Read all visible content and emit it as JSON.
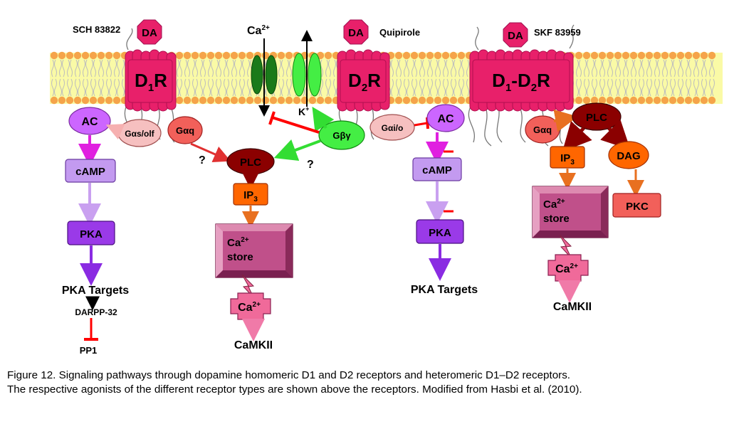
{
  "labels": {
    "agonist_d1": "SCH 83822",
    "agonist_d2": "Quipirole",
    "agonist_d1d2": "SKF 83959",
    "da": "DA",
    "ca_channel": "Ca",
    "ca_sup": "2+",
    "k_channel": "K",
    "k_sup": "+",
    "d1r_d": "D",
    "d1r_sub": "1",
    "d1r_r": "R",
    "d2r_d": "D",
    "d2r_sub": "2",
    "d2r_r": "R",
    "d1d2_d": "D",
    "d1d2_sub1": "1",
    "d1d2_mid": "-D",
    "d1d2_sub2": "2",
    "d1d2_r": "R",
    "ac": "AC",
    "camp": "cAMP",
    "pka": "PKA",
    "pka_targets": "PKA Targets",
    "darpp": "DARPP-32",
    "pp1": "PP1",
    "gas": "Gαs/olf",
    "gaq": "Gαq",
    "gbg": "Gβγ",
    "gai": "Gαi/o",
    "plc": "PLC",
    "ip": "IP",
    "ip_sub": "3",
    "ca_store_ca": "Ca",
    "ca_store_sup": "2+",
    "store": "store",
    "ca_ion": "Ca",
    "ca_ion_sup": "2+",
    "camkii": "CaMKII",
    "dag": "DAG",
    "pkc": "PKC",
    "question": "?",
    "minus": "−"
  },
  "caption": {
    "line1": "Figure 12. Signaling pathways through dopamine homomeric D1 and D2 receptors and heteromeric D1–D2 receptors.",
    "line2": "The respective agonists of the different receptor types are shown above the receptors. Modified from Hasbi et al. (2010)."
  },
  "colors": {
    "membrane_fill": "#fafaa6",
    "lipid_head": "#f5a44a",
    "receptor": "#e8206a",
    "da_node": "#e8206a",
    "ac_node": "#cc66ff",
    "camp_node": "#c39af0",
    "pka_node": "#9a3ae8",
    "plc_node": "#8b0000",
    "ip3_node": "#ff6600",
    "ca_store": "#c0508a",
    "ca_ion": "#f06a9a",
    "gbg": "#44ee44",
    "gaq": "#f2605a",
    "gas": "#f6c0c0",
    "gai": "#f6c0c0",
    "dag": "#ff6600",
    "pkc": "#f2605a",
    "inhibit": "#ff0000",
    "ca_channel": "#1a7a1a",
    "k_channel": "#44ee44"
  }
}
